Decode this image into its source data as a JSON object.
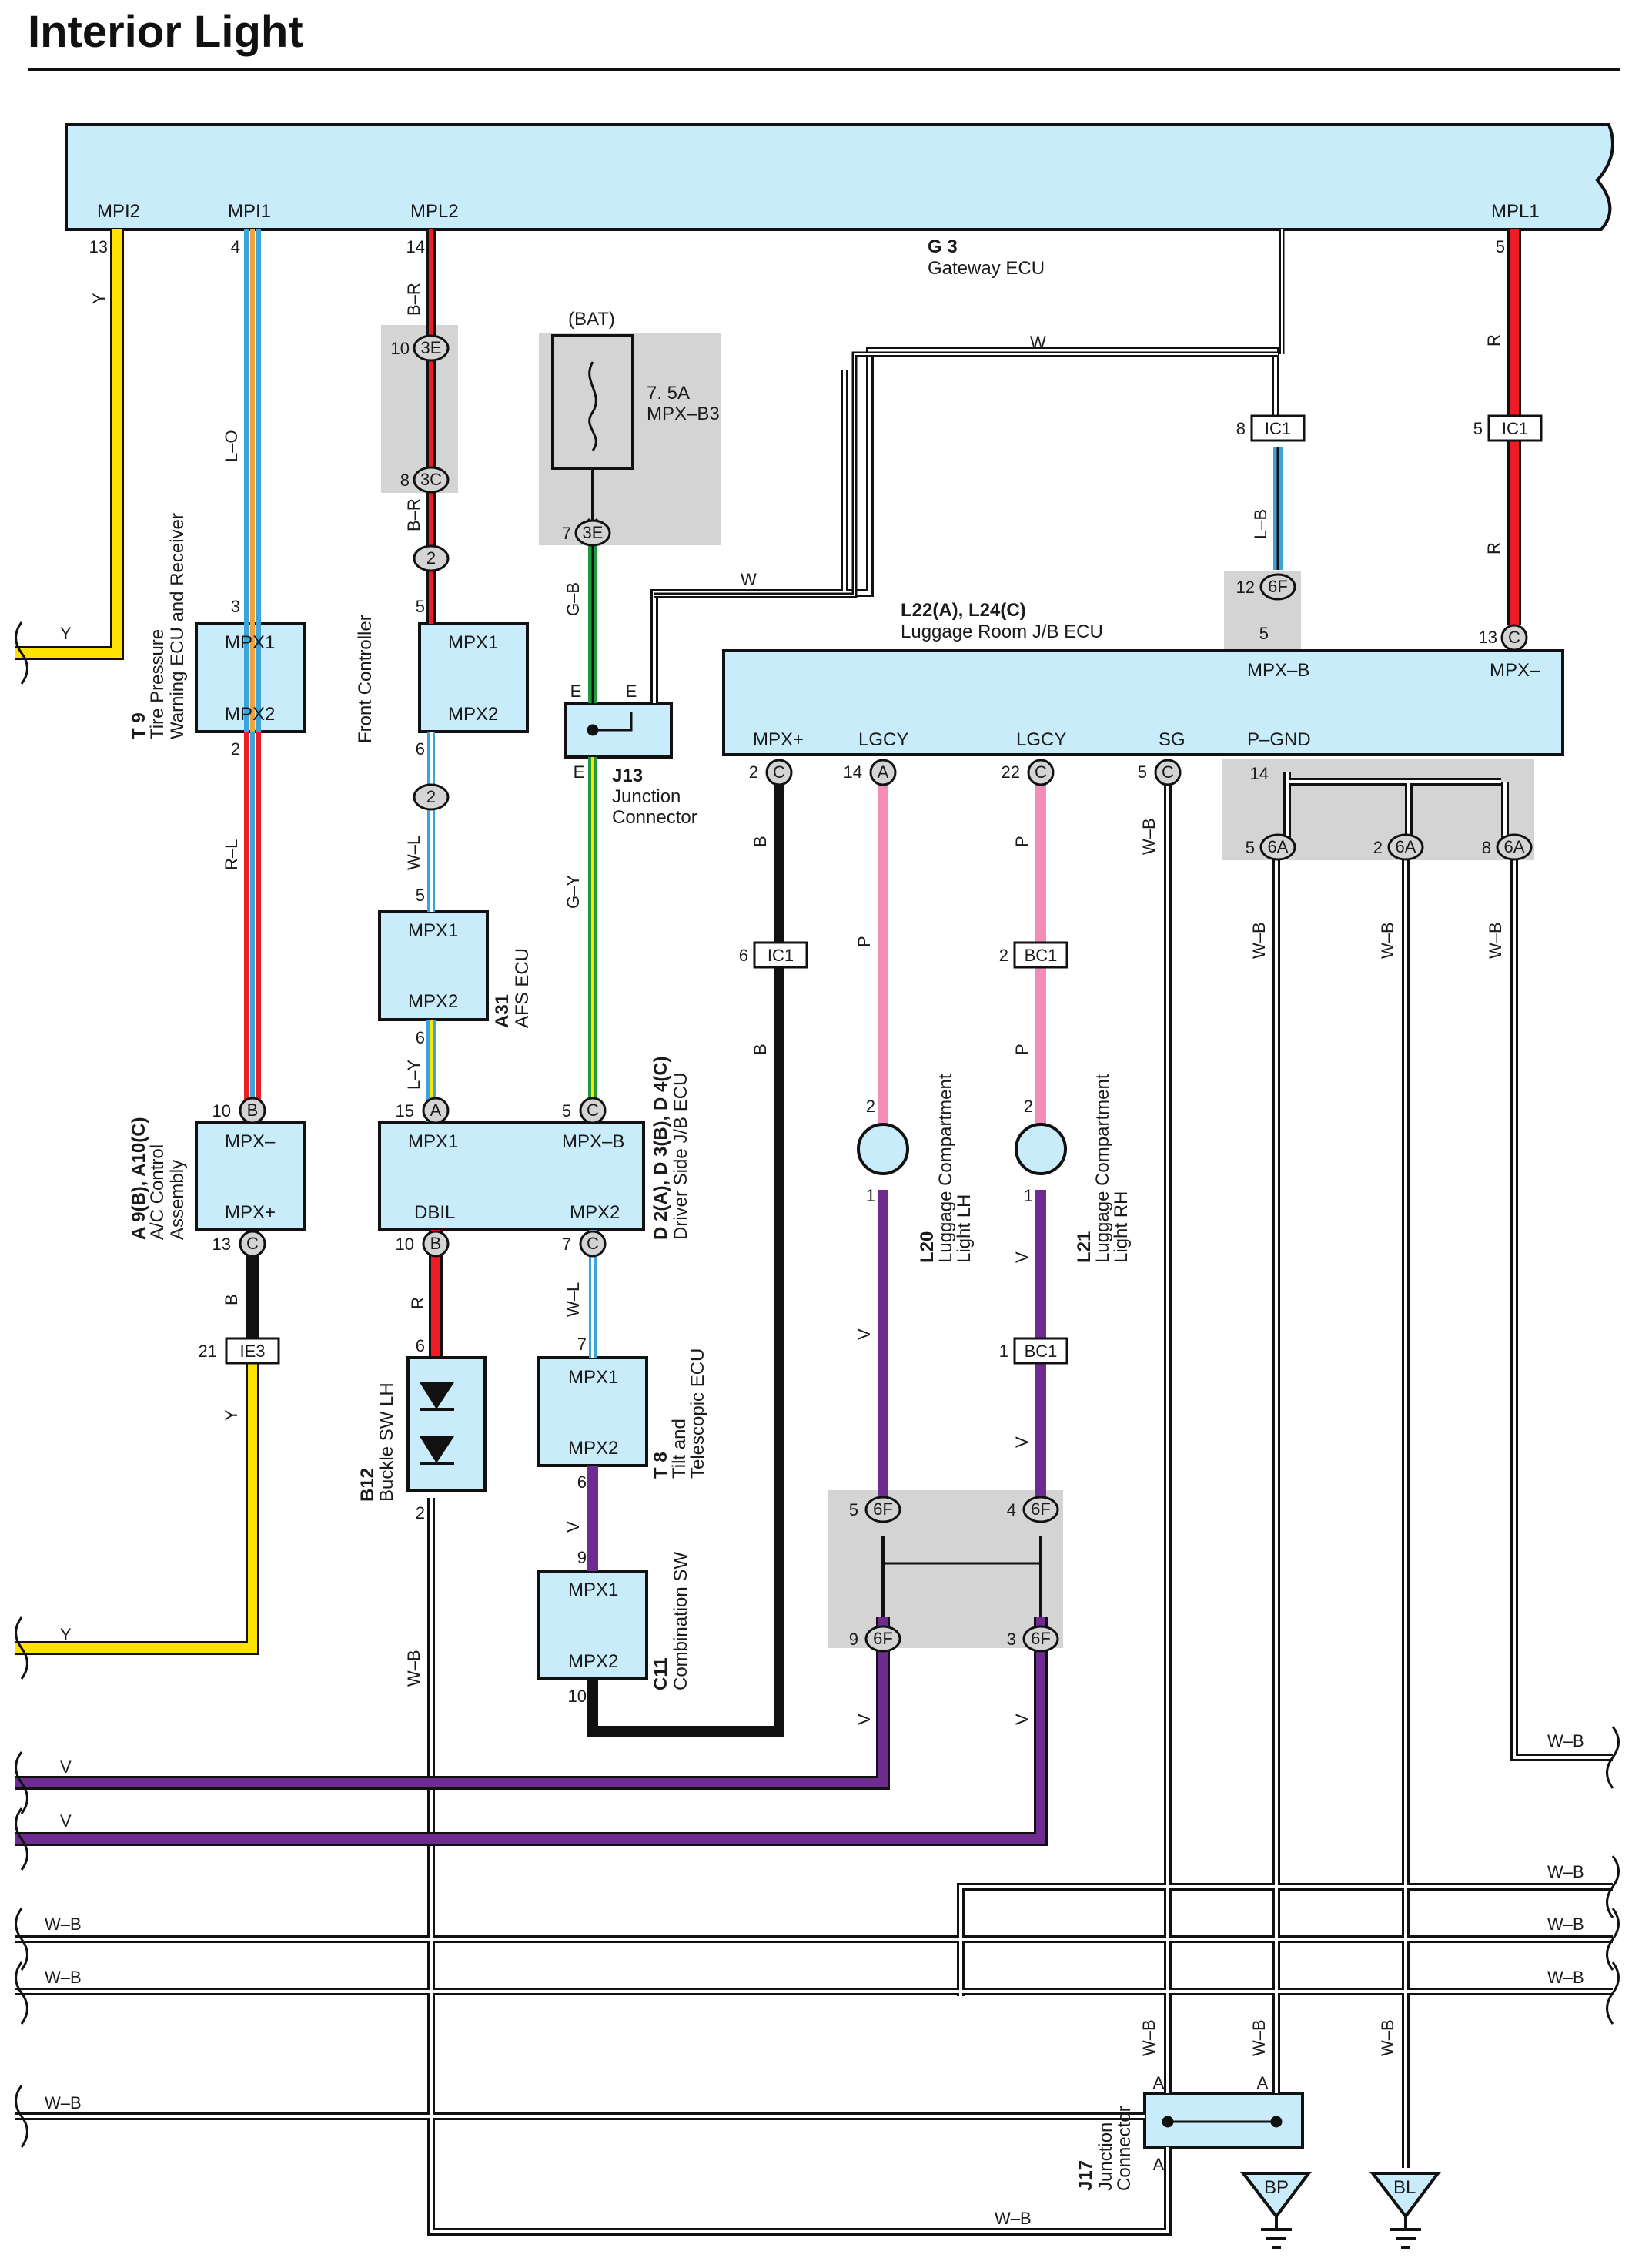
{
  "title": "Interior Light",
  "gateway": {
    "code": "G 3",
    "name": "Gateway ECU",
    "ports": {
      "mpi2": "MPI2",
      "mpi1": "MPI1",
      "mpl2": "MPL2",
      "mpl1": "MPL1"
    }
  },
  "bat": "(BAT)",
  "fuse": {
    "l1": "7. 5A",
    "l2": "MPX–B3"
  },
  "tire": {
    "code": "T 9",
    "n1": "Tire Pressure",
    "n2": "Warning ECU and Receiver",
    "p1": "MPX1",
    "p2": "MPX2"
  },
  "front": {
    "name": "Front Controller",
    "p1": "MPX1",
    "p2": "MPX2"
  },
  "afs": {
    "code": "A31",
    "name": "AFS ECU",
    "p1": "MPX1",
    "p2": "MPX2"
  },
  "ac": {
    "code": "A 9(B), A10(C)",
    "n1": "A/C Control",
    "n2": "Assembly",
    "p1": "MPX–",
    "p2": "MPX+"
  },
  "driver": {
    "code": "D 2(A), D 3(B), D 4(C)",
    "name": "Driver Side J/B ECU",
    "p1": "MPX1",
    "p2": "MPX–B",
    "p3": "DBIL",
    "p4": "MPX2"
  },
  "j13": {
    "code": "J13",
    "n1": "Junction",
    "n2": "Connector"
  },
  "luggage": {
    "code": "L22(A), L24(C)",
    "name": "Luggage Room J/B ECU",
    "p1": "MPX–B",
    "p2": "MPX–",
    "p3": "MPX+",
    "p4": "LGCY",
    "p5": "LGCY",
    "p6": "SG",
    "p7": "P–GND"
  },
  "buckle": {
    "code": "B12",
    "name": "Buckle SW LH"
  },
  "tilt": {
    "code": "T 8",
    "n1": "Tilt and",
    "n2": "Telescopic ECU",
    "p1": "MPX1",
    "p2": "MPX2"
  },
  "comb": {
    "code": "C11",
    "name": "Combination SW",
    "p1": "MPX1",
    "p2": "MPX2"
  },
  "l20": {
    "code": "L20",
    "n1": "Luggage Compartment",
    "n2": "Light LH"
  },
  "l21": {
    "code": "L21",
    "n1": "Luggage Compartment",
    "n2": "Light RH"
  },
  "j17": {
    "code": "J17",
    "n1": "Junction",
    "n2": "Connector"
  },
  "grounds": {
    "bp": "BP",
    "bl": "BL"
  },
  "wire_codes": {
    "y": "Y",
    "lo": "L–O",
    "br": "B–R",
    "gb": "G–B",
    "w": "W",
    "r": "R",
    "lb": "L–B",
    "rl": "R–L",
    "wl": "W–L",
    "gy": "G–Y",
    "ly": "L–Y",
    "b": "B",
    "p": "P",
    "v": "V",
    "wb": "W–B"
  },
  "connectors": {
    "c3e": "3E",
    "c3c": "3C",
    "c2": "2",
    "ic1": "IC1",
    "c6f": "6F",
    "c6a": "6A",
    "ie3": "IE3",
    "bc1": "BC1",
    "ca": "A",
    "cb": "B",
    "cc": "C",
    "e": "E"
  },
  "pins": {
    "p1": "1",
    "p2": "2",
    "p3": "3",
    "p4": "4",
    "p5": "5",
    "p6": "6",
    "p7": "7",
    "p8": "8",
    "p9": "9",
    "p10": "10",
    "p12": "12",
    "p13": "13",
    "p14": "14",
    "p15": "15",
    "p21": "21",
    "p22": "22"
  },
  "colors": {
    "ecu": "#c9ecfb",
    "yellow": "#ffe200",
    "violet": "#6e2c91",
    "red": "#ee1c25",
    "pink": "#f48cba",
    "green": "#1d9a3e",
    "blue": "#3aa5dd",
    "orange": "#f2a13b",
    "gray": "#d4d4d4"
  }
}
